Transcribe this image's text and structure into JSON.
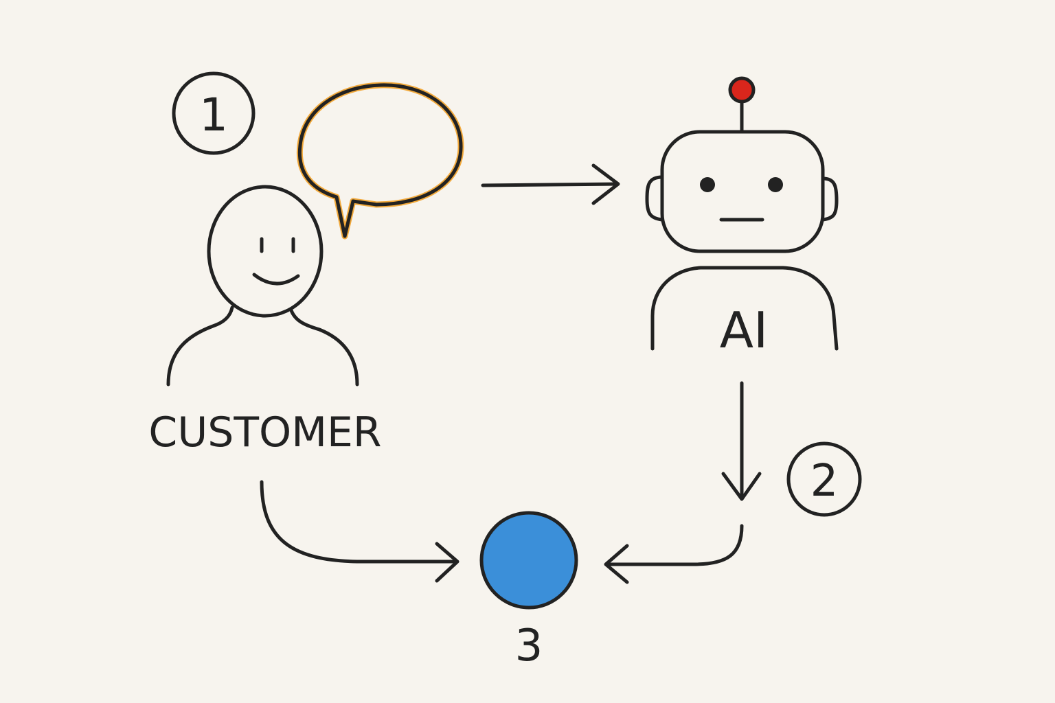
{
  "labels": {
    "customer": "CUSTOMER",
    "ai": "AI",
    "step1": "1",
    "step2": "2",
    "step3": "3"
  },
  "colors": {
    "background": "#f7f4ee",
    "ink": "#222222",
    "speech_bubble": "#f2a93b",
    "antenna_light": "#d9261c",
    "endpoint": "#3b8fd9"
  },
  "icons": [
    "person-icon",
    "speech-bubble-icon",
    "robot-icon",
    "endpoint-dot"
  ]
}
